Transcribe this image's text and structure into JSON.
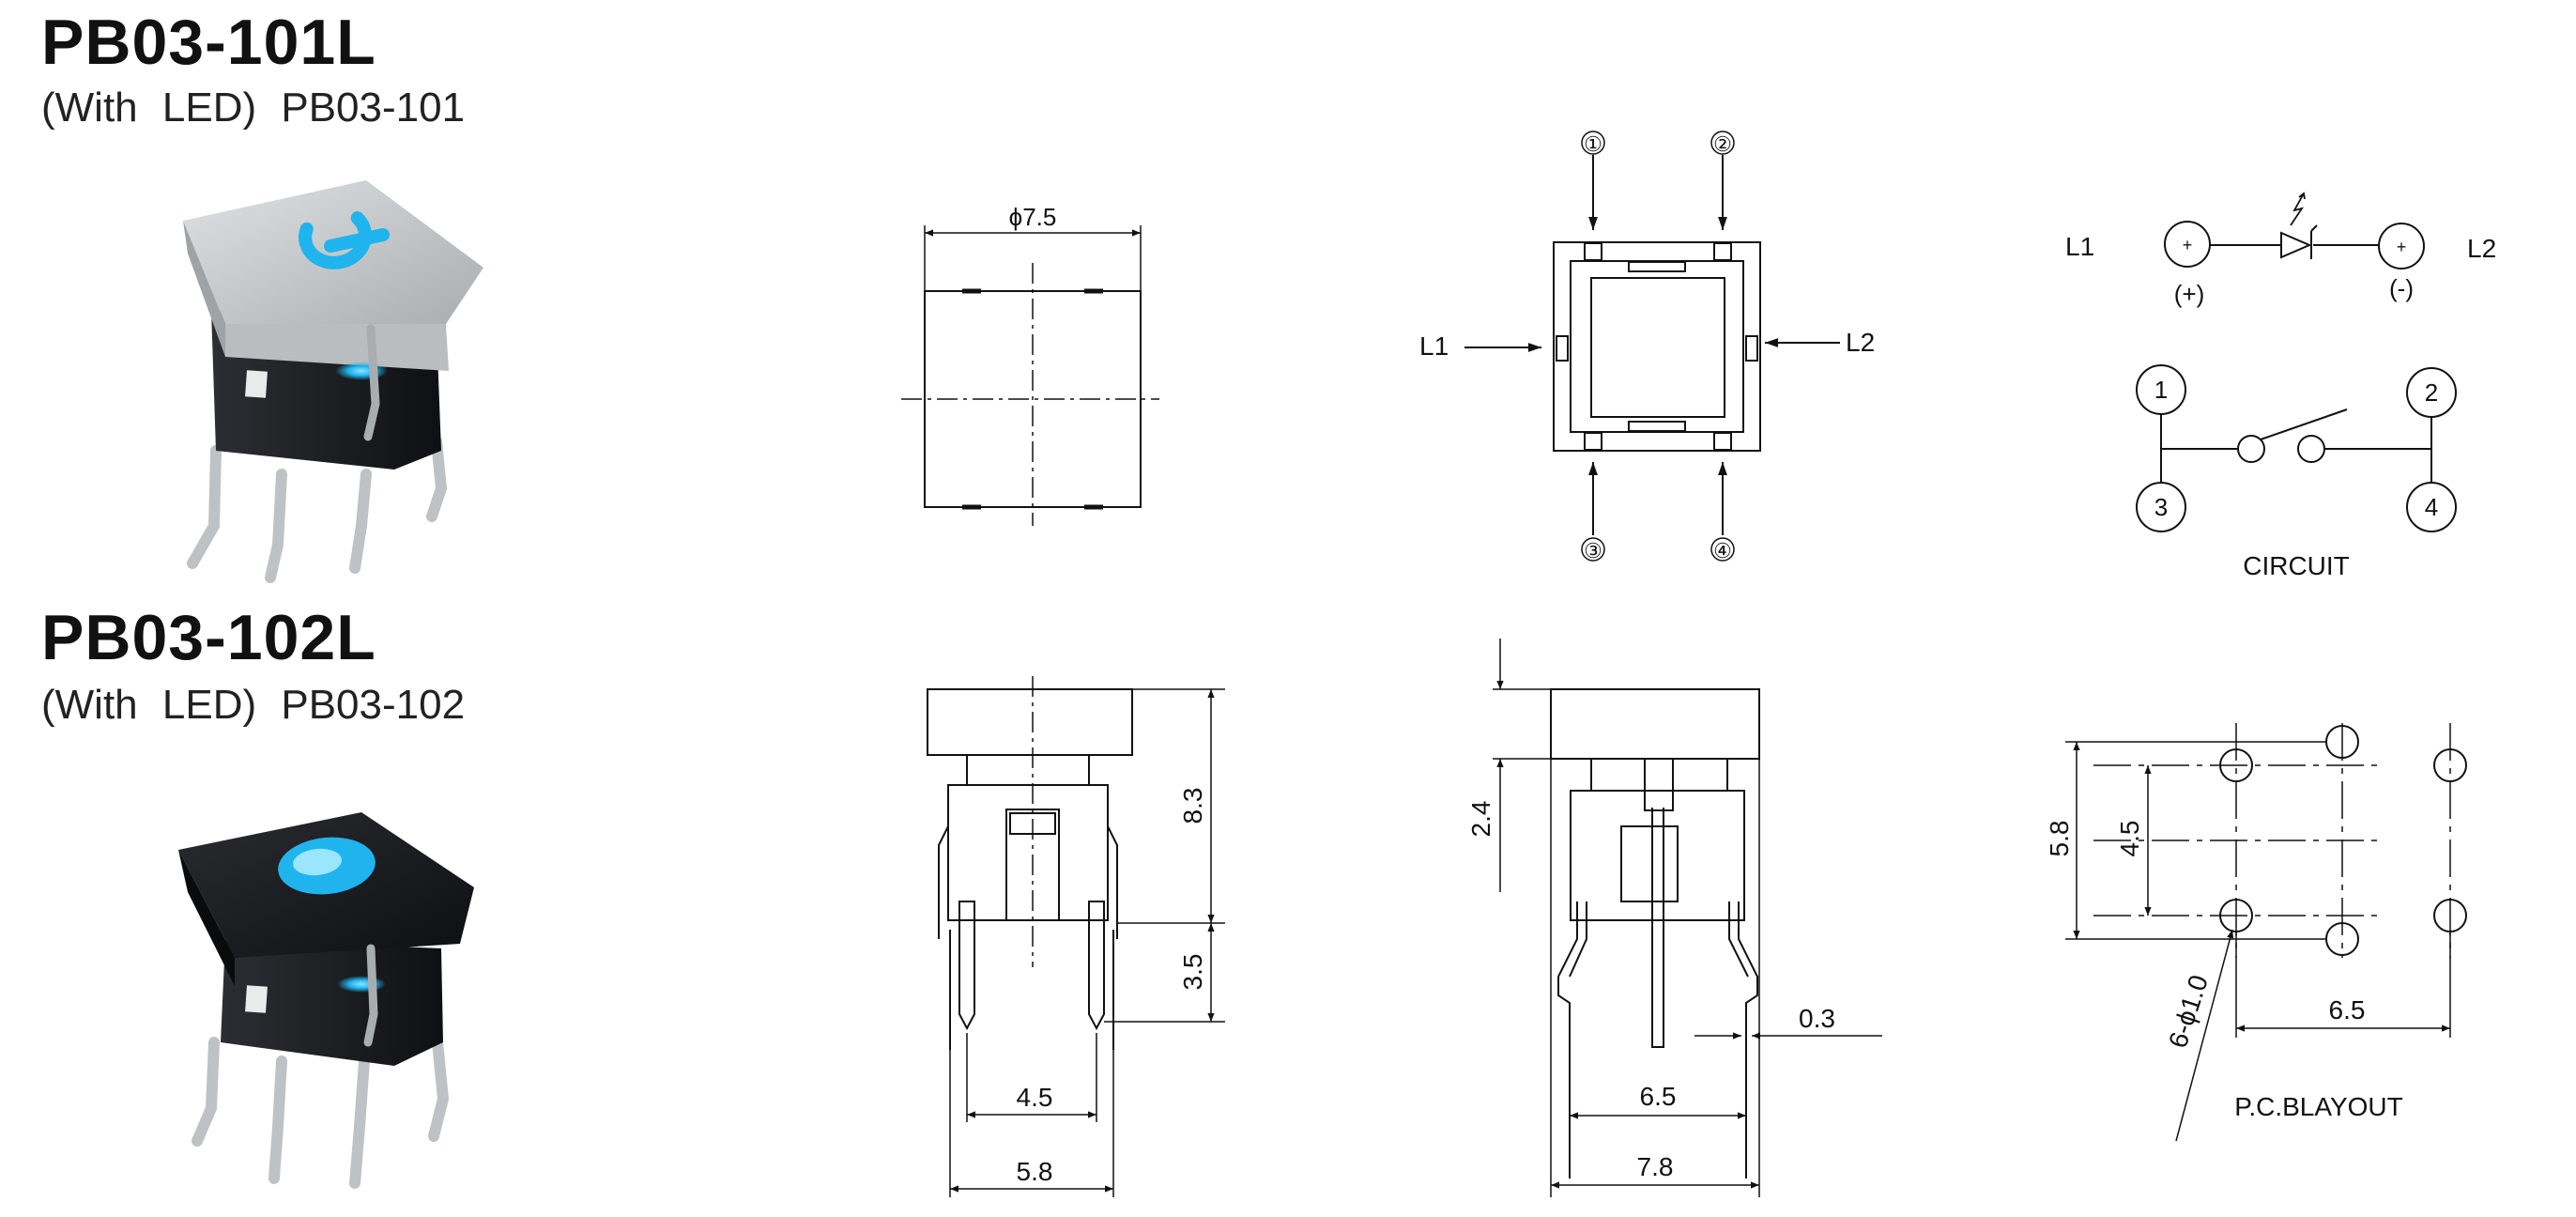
{
  "products": [
    {
      "model": "PB03-101L",
      "subtitle": "(With  LED)  PB03-101",
      "cap_color": "#c9cccd",
      "indicator": "power-symbol"
    },
    {
      "model": "PB03-102L",
      "subtitle": "(With  LED)  PB03-102",
      "cap_color": "#1a1c1f",
      "indicator": "round-dot"
    }
  ],
  "led_color": "#1fb4ee",
  "top_view": {
    "diameter_label": "ϕ7.5"
  },
  "pin_view": {
    "pins": [
      "①",
      "②",
      "③",
      "④"
    ],
    "led_left": "L1",
    "led_right": "L2"
  },
  "led_circuit": {
    "left_label": "L1",
    "right_label": "L2",
    "anode": "(+)",
    "cathode": "(-)",
    "terminal_sign": "+"
  },
  "switch_circuit": {
    "pins": [
      "1",
      "2",
      "3",
      "4"
    ],
    "caption": "CIRCUIT"
  },
  "front_view": {
    "height": "8.3",
    "lead_length": "3.5",
    "pin_pitch": "4.5",
    "body_width": "5.8"
  },
  "side_view": {
    "travel": "2.4",
    "lead_thickness": "0.3",
    "pin_pitch": "6.5",
    "overall_width": "7.8"
  },
  "pcb_layout": {
    "outer_height": "5.8",
    "inner_height": "4.5",
    "hole_callout": "6-ϕ1.0",
    "pitch": "6.5",
    "caption": "P.C.BLAYOUT"
  }
}
